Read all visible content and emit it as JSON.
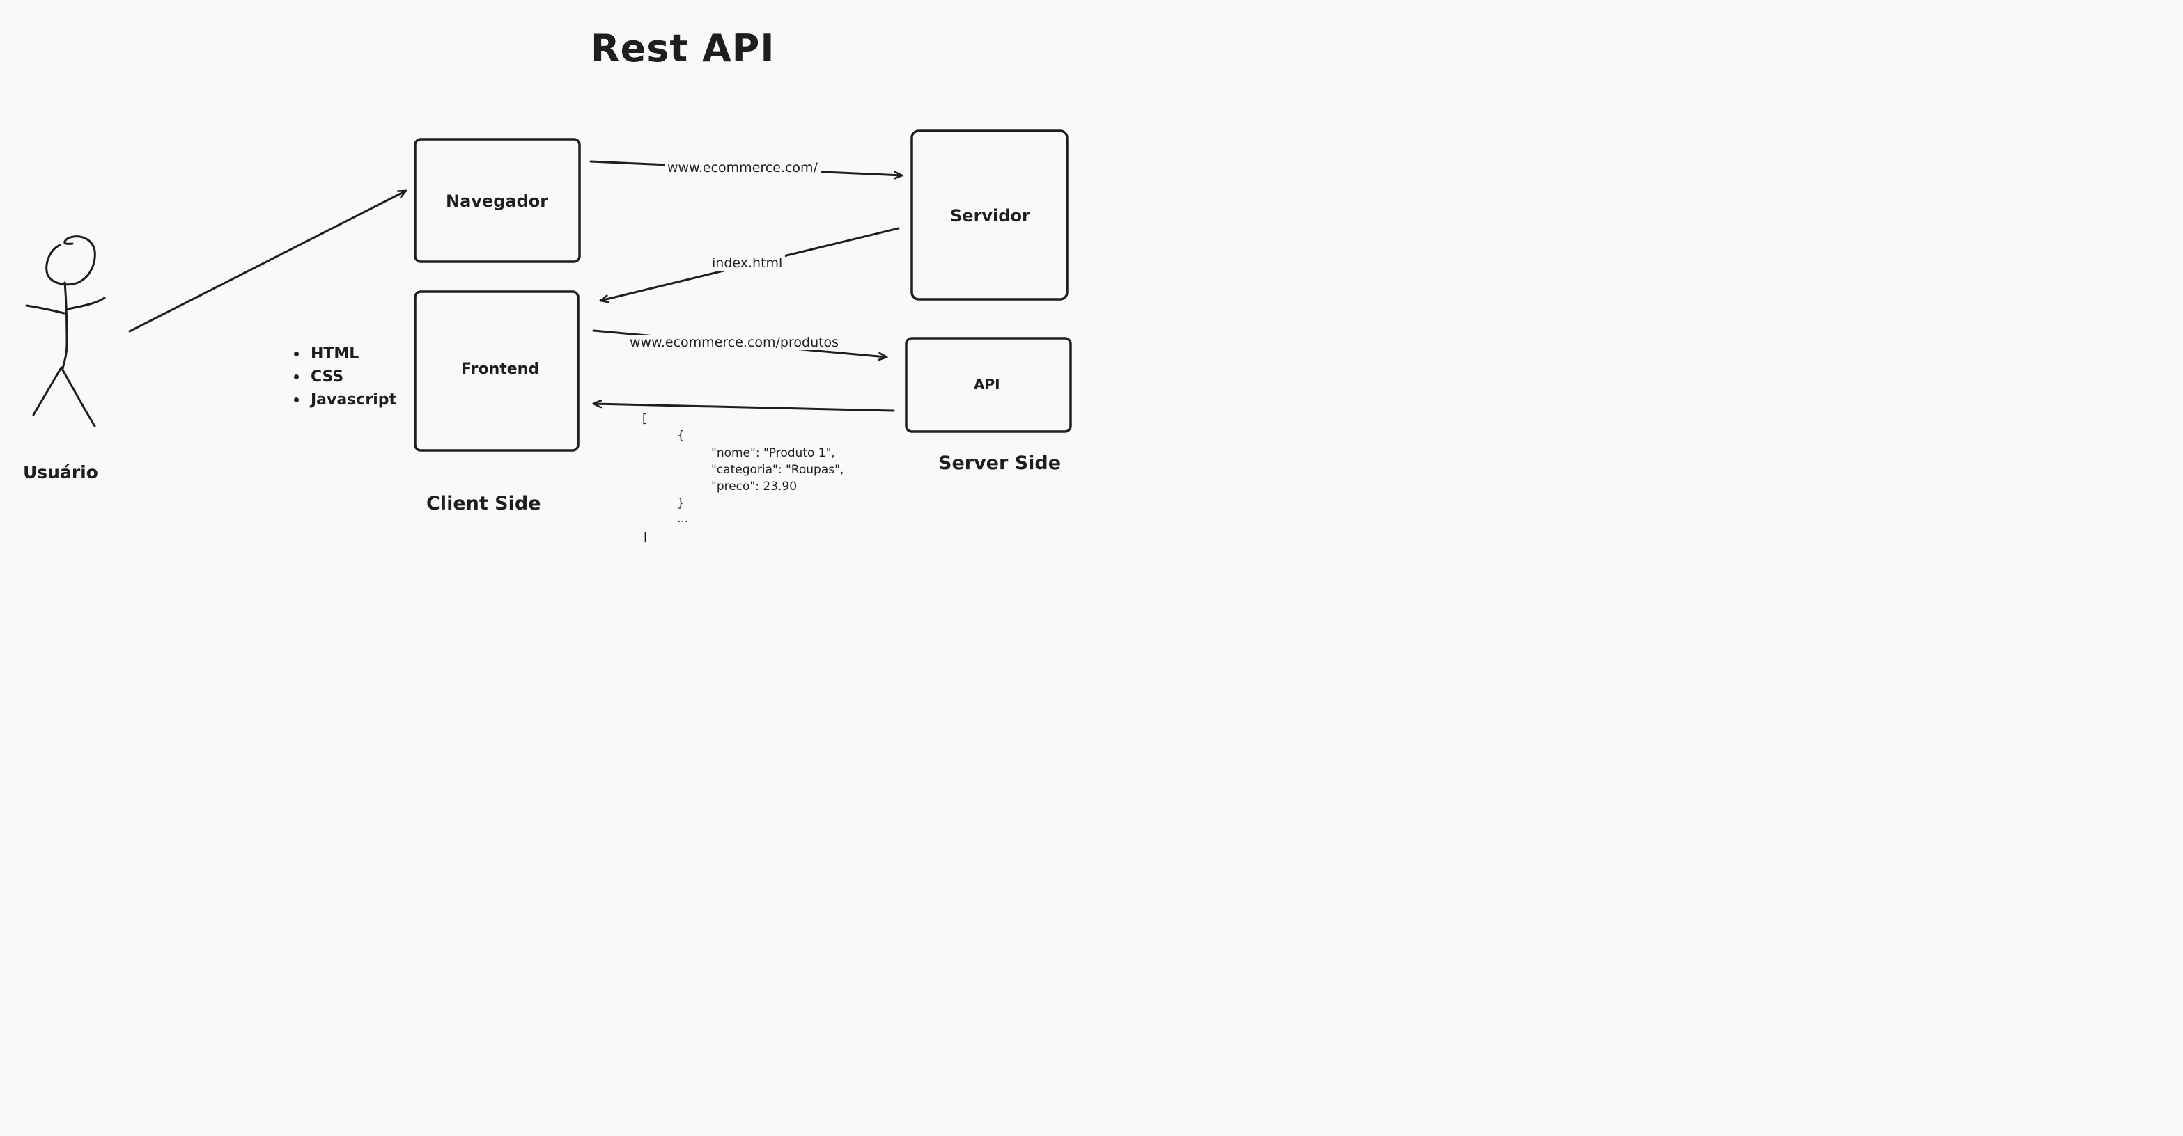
{
  "title": "Rest API",
  "actor": {
    "label": "Usuário",
    "icon": "stick-figure-icon"
  },
  "boxes": {
    "navegador": "Navegador",
    "frontend": "Frontend",
    "servidor": "Servidor",
    "api": "API"
  },
  "edges": {
    "browser_to_server": "www.ecommerce.com/",
    "server_to_frontend": "index.html",
    "frontend_to_api": "www.ecommerce.com/produtos"
  },
  "tech_list": [
    "HTML",
    "CSS",
    "Javascript"
  ],
  "sides": {
    "client": "Client Side",
    "server": "Server Side"
  },
  "json_response": {
    "open_bracket": "[",
    "open_brace": "{",
    "line1": "\"nome\": \"Produto 1\",",
    "line2": "\"categoria\": \"Roupas\",",
    "line3": "\"preco\": 23.90",
    "close_brace": "}",
    "ellipsis": "...",
    "close_bracket": "]"
  },
  "colors": {
    "background": "#f8f9fa",
    "stroke": "#1e1e1e"
  }
}
